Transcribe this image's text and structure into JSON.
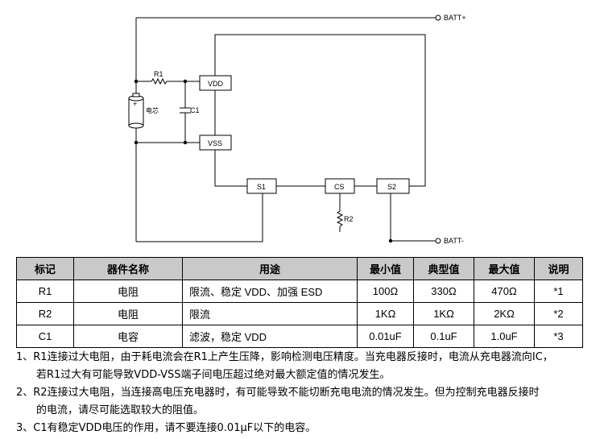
{
  "schematic": {
    "batt_plus": "BATT+",
    "batt_minus": "BATT-",
    "r1": "R1",
    "r2": "R2",
    "c1": "C1",
    "vdd": "VDD",
    "vss": "VSS",
    "s1": "S1",
    "cs": "CS",
    "s2": "S2",
    "cell_label": "电芯",
    "plus_sign": "+"
  },
  "table": {
    "headers": [
      "标记",
      "器件名称",
      "用途",
      "最小值",
      "典型值",
      "最大值",
      "说明"
    ],
    "rows": [
      [
        "R1",
        "电阻",
        "限流、稳定 VDD、加强 ESD",
        "100Ω",
        "330Ω",
        "470Ω",
        "*1"
      ],
      [
        "R2",
        "电阻",
        "限流",
        "1KΩ",
        "1KΩ",
        "2KΩ",
        "*2"
      ],
      [
        "C1",
        "电容",
        "滤波，稳定 VDD",
        "0.01uF",
        "0.1uF",
        "1.0uF",
        "*3"
      ]
    ]
  },
  "notes": {
    "n1_line1": "1、R1连接过大电阻，由于耗电流会在R1上产生压降，影响检测电压精度。当充电器反接时，电流从充电器流向IC，",
    "n1_line2": "若R1过大有可能导致VDD-VSS端子间电压超过绝对最大额定值的情况发生。",
    "n2_line1": "2、R2连接过大电阻，当连接高电压充电器时，有可能导致不能切断充电电流的情况发生。但为控制充电器反接时",
    "n2_line2": "的电流，请尽可能选取较大的阻值。",
    "n3_line1": "3、C1有稳定VDD电压的作用，请不要连接0.01μF以下的电容。"
  }
}
